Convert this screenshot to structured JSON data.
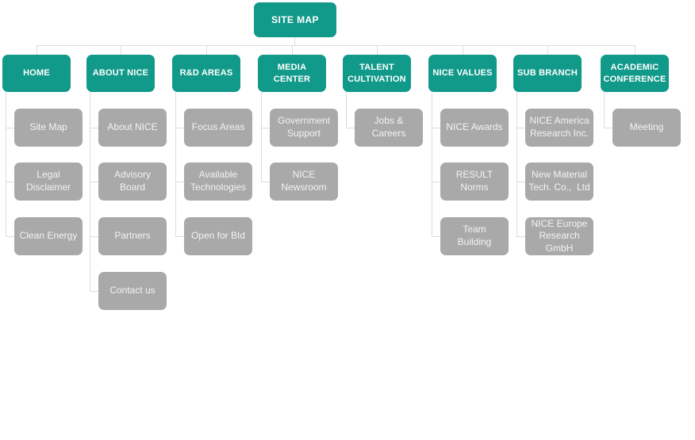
{
  "colors": {
    "node_primary": "#119a8a",
    "node_secondary": "#a9a9a9",
    "connector": "#dcdcdc",
    "primary_text": "#ffffff",
    "secondary_text": "#f3f3f3",
    "background": "#ffffff"
  },
  "root": {
    "label": "SITE MAP"
  },
  "columns": [
    {
      "header": "HOME",
      "children": [
        "Site Map",
        "Legal\nDisclaimer",
        "Clean Energy"
      ]
    },
    {
      "header": "ABOUT NICE",
      "children": [
        "About NICE",
        "Advisory\nBoard",
        "Partners",
        "Contact us"
      ]
    },
    {
      "header": "R&D AREAS",
      "children": [
        "Focus Areas",
        "Available\nTechnologies",
        "Open for BId"
      ]
    },
    {
      "header": "MEDIA\nCENTER",
      "children": [
        "Government\nSupport",
        "NICE\nNewsroom"
      ]
    },
    {
      "header": "TALENT\nCULTIVATION",
      "children": [
        "Jobs &\nCareers"
      ]
    },
    {
      "header": "NICE VALUES",
      "children": [
        "NICE Awards",
        "RESULT\nNorms",
        "Team\nBuilding"
      ]
    },
    {
      "header": "SUB BRANCH",
      "children": [
        "NICE America\nResearch Inc.",
        "New Material\nTech. Co.,  Ltd",
        "NICE Europe\nResearch GmbH"
      ]
    },
    {
      "header": "ACADEMIC\nCONFERENCE",
      "children": [
        "Meeting"
      ]
    }
  ]
}
